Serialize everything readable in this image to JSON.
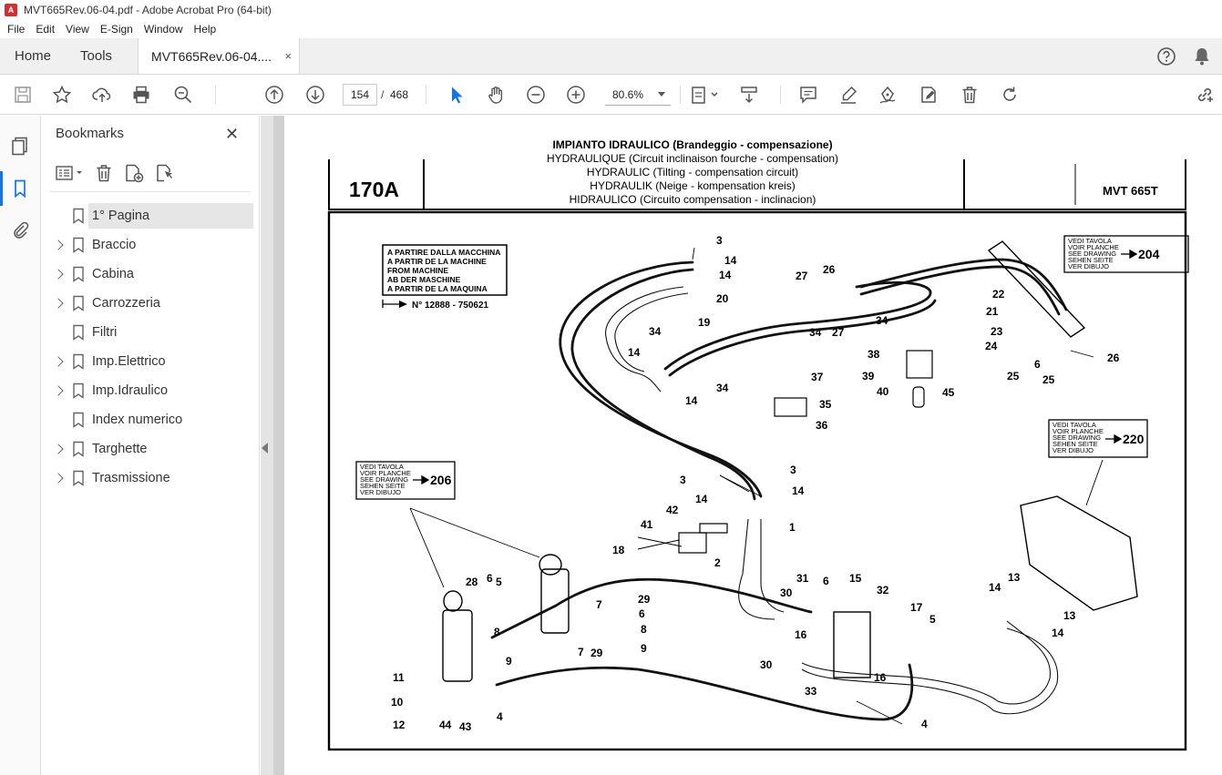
{
  "window": {
    "title": "MVT665Rev.06-04.pdf - Adobe Acrobat Pro (64-bit)"
  },
  "menu": [
    "File",
    "Edit",
    "View",
    "E-Sign",
    "Window",
    "Help"
  ],
  "tabs": {
    "home": "Home",
    "tools": "Tools",
    "document": "MVT665Rev.06-04....",
    "close": "×"
  },
  "toolbar": {
    "page_current": "154",
    "page_sep": "/",
    "page_total": "468",
    "zoom": "80.6%"
  },
  "bookmarks": {
    "title": "Bookmarks",
    "close": "✕",
    "items": [
      {
        "label": "1° Pagina",
        "expandable": false,
        "selected": true
      },
      {
        "label": "Braccio",
        "expandable": true
      },
      {
        "label": "Cabina",
        "expandable": true
      },
      {
        "label": "Carrozzeria",
        "expandable": true
      },
      {
        "label": "Filtri",
        "expandable": false
      },
      {
        "label": "Imp.Elettrico",
        "expandable": true
      },
      {
        "label": "Imp.Idraulico",
        "expandable": true
      },
      {
        "label": "Index numerico",
        "expandable": false
      },
      {
        "label": "Targhette",
        "expandable": true
      },
      {
        "label": "Trasmissione",
        "expandable": true
      }
    ]
  },
  "drawing": {
    "sheet_no": "170A",
    "model": "MVT 665T",
    "titles": [
      "IMPIANTO IDRAULICO (Brandeggio - compensazione)",
      "HYDRAULIQUE (Circuit inclinaison fourche - compensation)",
      "HYDRAULIC (Tilting - compensation circuit)",
      "HYDRAULIK (Neige - kompensation kreis)",
      "HIDRAULICO (Circuito compensation - inclinacion)"
    ],
    "from_machine_lines": [
      "A PARTIRE DALLA MACCHINA",
      "A PARTIR DE LA MACHINE",
      "FROM MACHINE",
      "AB DER MASCHINE",
      "A PARTIR DE LA MAQUINA"
    ],
    "serial": "N° 12888 - 750621",
    "see_lines": [
      "VEDI TAVOLA",
      "VOIR PLANCHE",
      "SEE DRAWING",
      "SEHEN SEITE",
      "VER DIBUJO"
    ],
    "ref_204": "204",
    "ref_206": "206",
    "ref_220": "220",
    "labels": [
      "1",
      "2",
      "3",
      "4",
      "5",
      "6",
      "7",
      "8",
      "9",
      "10",
      "11",
      "12",
      "13",
      "14",
      "15",
      "16",
      "17",
      "18",
      "19",
      "20",
      "21",
      "22",
      "23",
      "24",
      "25",
      "26",
      "27",
      "28",
      "29",
      "30",
      "31",
      "32",
      "33",
      "34",
      "35",
      "36",
      "37",
      "38",
      "39",
      "40",
      "41",
      "42",
      "43",
      "44",
      "45"
    ]
  }
}
